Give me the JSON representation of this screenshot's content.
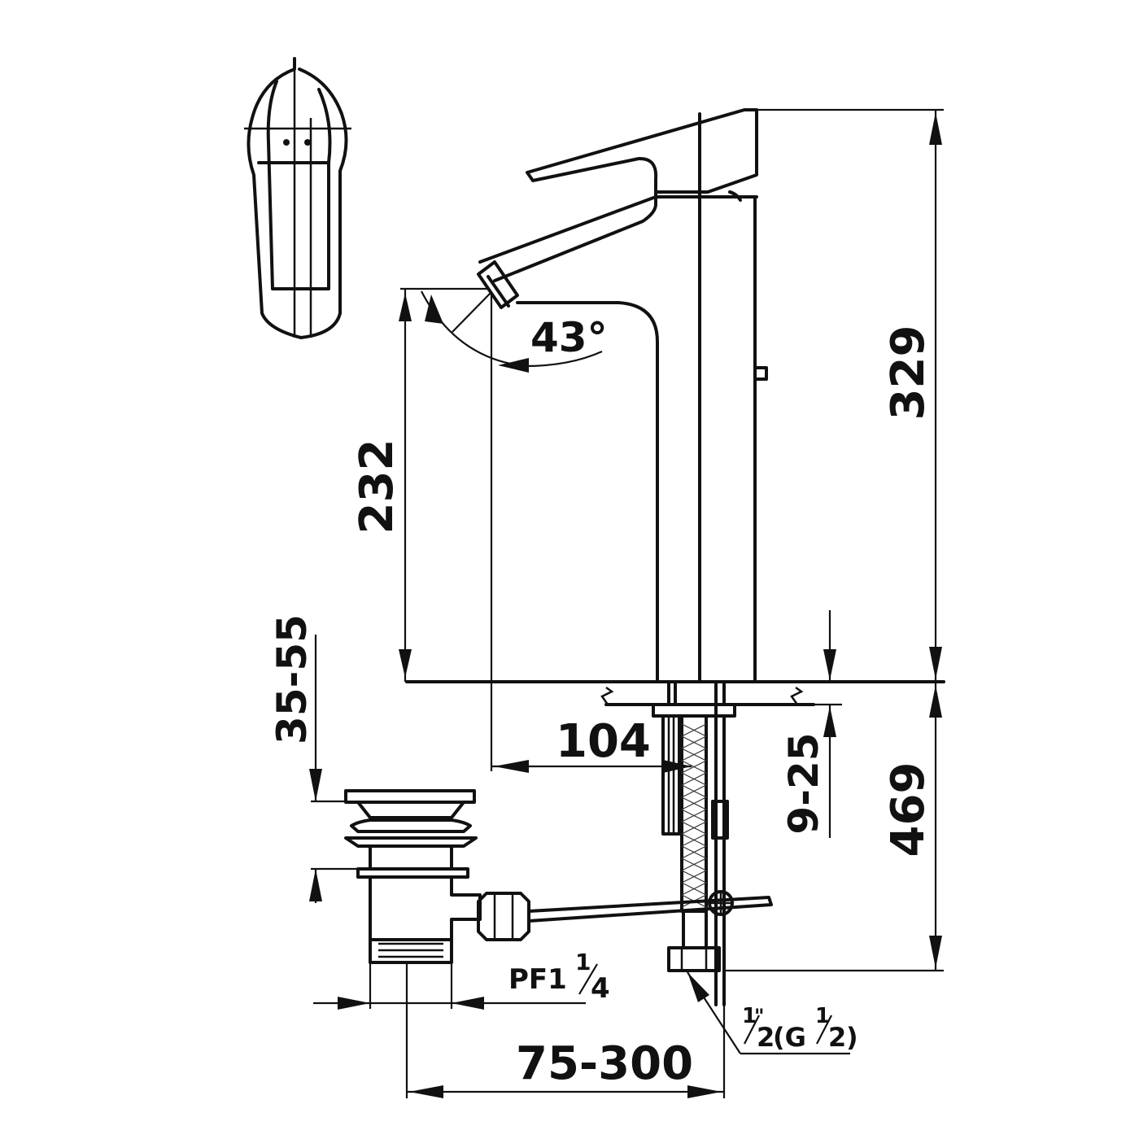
{
  "dimensions": {
    "spout_height": "232",
    "total_height": "329",
    "angle": "43°",
    "spout_reach": "104",
    "counter_thickness": "9-25",
    "hose_length": "469",
    "basin_thickness": "35-55",
    "drain_thread": "PF1",
    "drain_thread_frac_num": "1",
    "drain_thread_frac_den": "4",
    "spacing": "75-300",
    "connection_a_num": "1",
    "connection_a_inch": "\"",
    "connection_a_den": "2",
    "connection_b_open": "(G",
    "connection_b_num": "1",
    "connection_b_den": "2",
    "connection_b_close": ")"
  }
}
